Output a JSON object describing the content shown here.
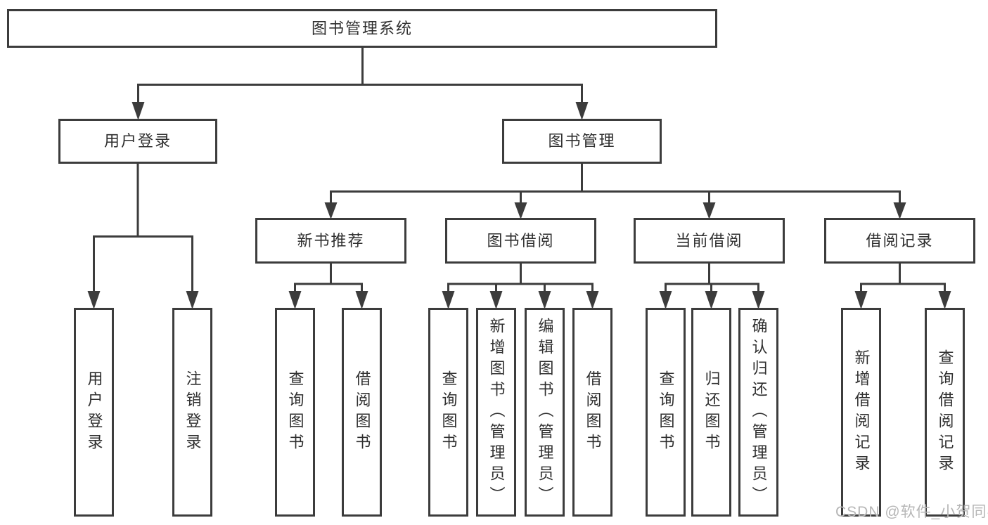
{
  "diagram": {
    "type": "tree",
    "title": "图书管理系统",
    "watermark": "CSDN @软件_小贺同学",
    "colors": {
      "line": "#3c3c3c",
      "text": "#2f2f2f",
      "box_fill": "#ffffff",
      "background": "#ffffff",
      "watermark": "#b6b6b6"
    },
    "nodes": {
      "root": "图书管理系统",
      "userLogin": "用户登录",
      "bookMgmt": "图书管理",
      "newBookRec": "新书推荐",
      "bookBorrow": "图书借阅",
      "currentBorrow": "当前借阅",
      "borrowRecords": "借阅记录",
      "userLoginLeaf": "用户登录",
      "logoutLeaf": "注销登录",
      "queryBooksA": "查询图书",
      "borrowBooksA": "借阅图书",
      "queryBooksB": "查询图书",
      "addBookAdmin": "新增图书（管理员）",
      "editBookAdmin": "编辑图书（管理员）",
      "borrowBooksB": "借阅图书",
      "queryBooksC": "查询图书",
      "returnBook": "归还图书",
      "confirmReturnAdmin": "确认归还（管理员）",
      "addBorrowRecord": "新增借阅记录",
      "queryBorrowRecord": "查询借阅记录"
    },
    "hierarchy": {
      "label": "图书管理系统",
      "children": [
        {
          "label": "用户登录",
          "children": [
            {
              "label": "用户登录"
            },
            {
              "label": "注销登录"
            }
          ]
        },
        {
          "label": "图书管理",
          "children": [
            {
              "label": "新书推荐",
              "children": [
                {
                  "label": "查询图书"
                },
                {
                  "label": "借阅图书"
                }
              ]
            },
            {
              "label": "图书借阅",
              "children": [
                {
                  "label": "查询图书"
                },
                {
                  "label": "新增图书（管理员）"
                },
                {
                  "label": "编辑图书（管理员）"
                },
                {
                  "label": "借阅图书"
                }
              ]
            },
            {
              "label": "当前借阅",
              "children": [
                {
                  "label": "查询图书"
                },
                {
                  "label": "归还图书"
                },
                {
                  "label": "确认归还（管理员）"
                }
              ]
            },
            {
              "label": "借阅记录",
              "children": [
                {
                  "label": "新增借阅记录"
                },
                {
                  "label": "查询借阅记录"
                }
              ]
            }
          ]
        }
      ]
    }
  }
}
